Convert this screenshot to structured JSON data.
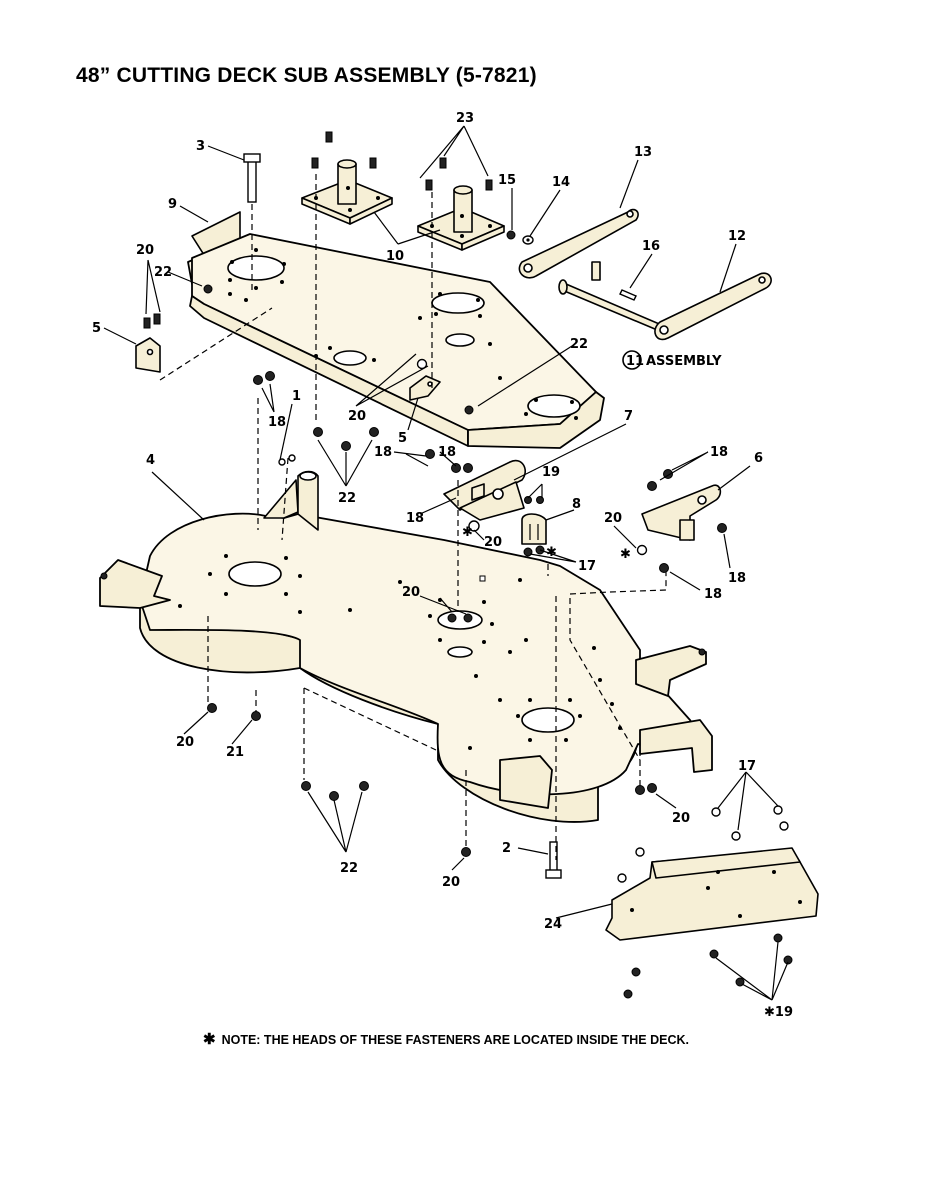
{
  "page": {
    "title": "48” CUTTING DECK SUB ASSEMBLY (5-7821)",
    "note_marker": "✱",
    "note_text": "NOTE: THE HEADS OF THESE FASTENERS ARE LOCATED INSIDE THE DECK."
  },
  "callouts": {
    "c1": "1",
    "c2": "2",
    "c3": "3",
    "c4": "4",
    "c5a": "5",
    "c5b": "5",
    "c6": "6",
    "c7": "7",
    "c8": "8",
    "c9": "9",
    "c10": "10",
    "c12": "12",
    "c13": "13",
    "c14": "14",
    "c15": "15",
    "c16": "16",
    "c17a": "17",
    "c17b": "17",
    "c18a": "18",
    "c18b": "18",
    "c18c": "18",
    "c18d": "18",
    "c18e": "18",
    "c18f": "18",
    "c18g": "18",
    "c19a": "19",
    "c19b": "✱19",
    "c20a": "20",
    "c20b": "20",
    "c20c": "20",
    "c20d": "20",
    "c20e": "20",
    "c20f": "20",
    "c20g": "20",
    "c20h": "20",
    "c21": "21",
    "c22a": "22",
    "c22b": "22",
    "c22c": "22",
    "c22d": "22",
    "c23": "23",
    "c24": "24",
    "assembly_num": "11",
    "assembly_label": "ASSEMBLY",
    "star_a": "✱",
    "star_b": "✱",
    "star_c": "✱"
  }
}
